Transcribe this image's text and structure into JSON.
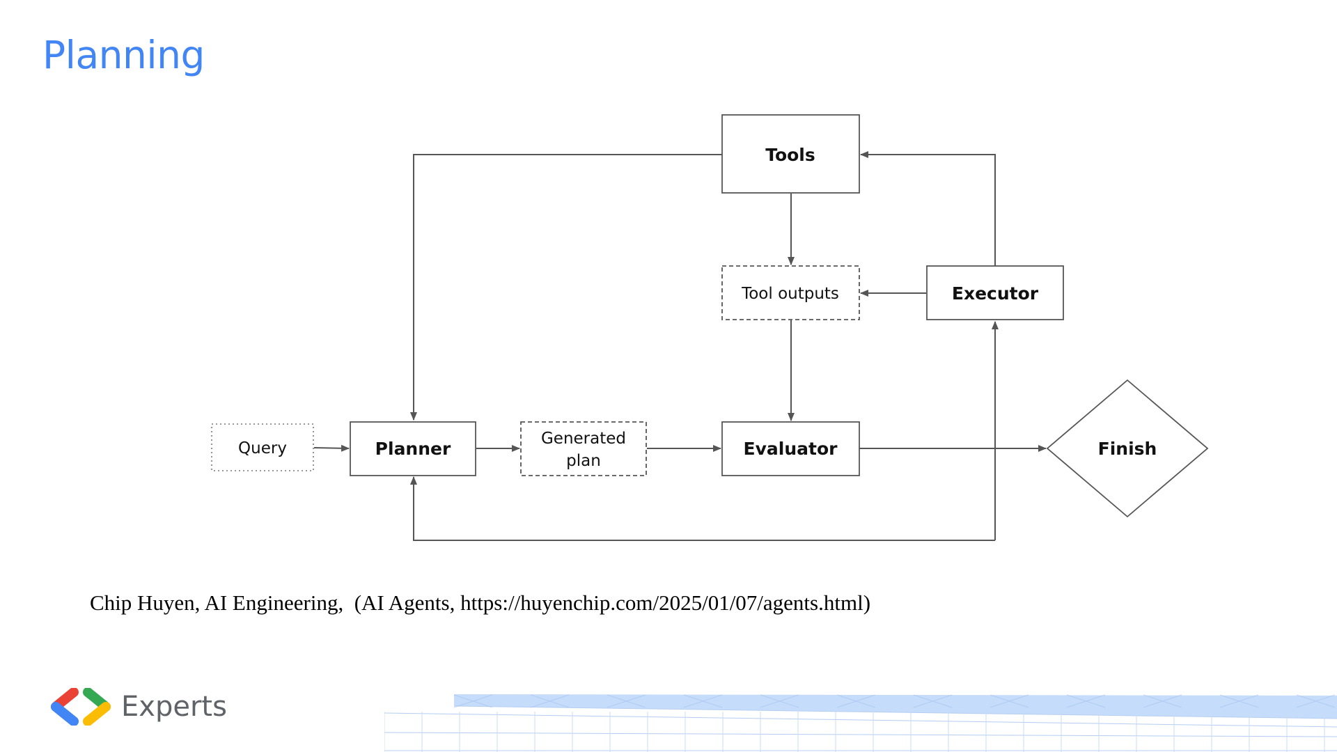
{
  "slide": {
    "title": "Planning",
    "citation": "Chip Huyen, AI Engineering,  (AI Agents, https://huyenchip.com/2025/01/07/agents.html)",
    "footer_brand": "Experts",
    "footer_logo_icon": "google-developers-chevrons-icon"
  },
  "diagram": {
    "nodes": {
      "query": "Query",
      "planner": "Planner",
      "generated_plan_line1": "Generated",
      "generated_plan_line2": "plan",
      "evaluator": "Evaluator",
      "finish": "Finish",
      "tools": "Tools",
      "tool_outputs": "Tool outputs",
      "executor": "Executor"
    }
  },
  "colors": {
    "title": "#4285f4",
    "line": "#555555",
    "logo_red": "#ea4335",
    "logo_blue": "#4285f4",
    "logo_green": "#34a853",
    "logo_yellow": "#fbbc04",
    "band_blue": "#c6dcfb"
  }
}
